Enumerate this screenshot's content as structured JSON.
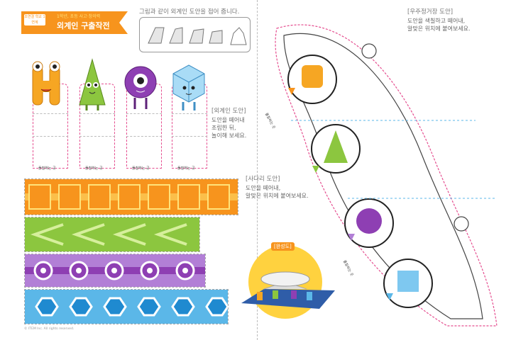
{
  "header": {
    "badge": "초연결 학교 1\n연계",
    "subtitle": "1학년, 초등 사고·창의력",
    "title": "외계인 구출작전",
    "instruction": "그림과 같이 외계인 도안을 접어 줍니다."
  },
  "alien_section": {
    "title": "[외계인 도안]",
    "desc": [
      "도안을 떼어내",
      "조립한 뒤,",
      "놀이해 보세요."
    ],
    "card_label": "풀칠하는 곳",
    "aliens": [
      {
        "name": "orange-h-alien",
        "color": "#f6a623"
      },
      {
        "name": "green-triangle-alien",
        "color": "#8cc63f"
      },
      {
        "name": "purple-circle-alien",
        "color": "#8e3fb3"
      },
      {
        "name": "blue-cube-alien",
        "color": "#7ec8f0"
      }
    ]
  },
  "ladder_section": {
    "title": "[사다리 도안]",
    "desc": [
      "도안을 떼어내,",
      "알맞은 위치에 붙여보세요."
    ]
  },
  "spaceship_section": {
    "title": "[우주정거장 도안]",
    "desc": [
      "도안을 색칠하고 떼어내,",
      "알맞은 위치에 붙여보세요."
    ],
    "glue_label": "풀칠하는 곳"
  },
  "completed": {
    "label": "[완성도]"
  },
  "footer": {
    "copyright": "© ITEM Inc. All rights reserved."
  },
  "colors": {
    "orange": "#f7941d",
    "green": "#8cc63f",
    "purple": "#9b59b6",
    "blue": "#5bb7e8",
    "pink_cut": "#e54d8f"
  }
}
